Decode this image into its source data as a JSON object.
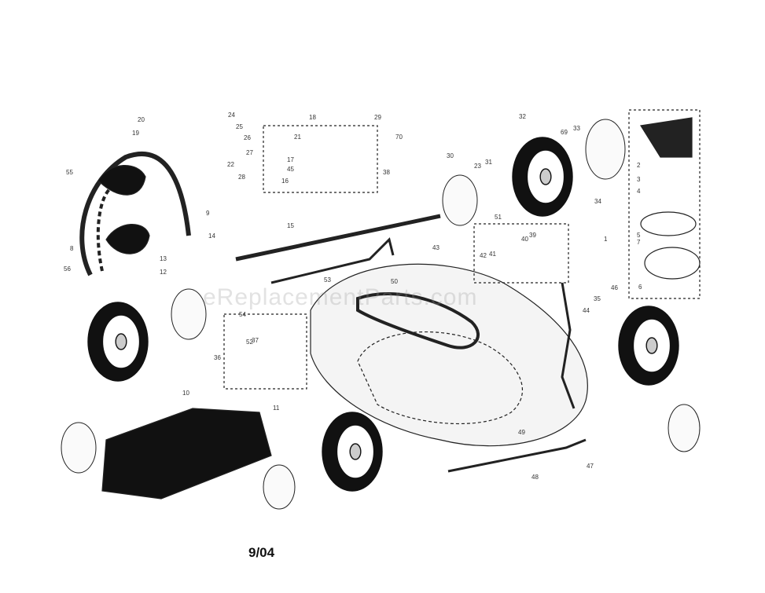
{
  "date_stamp": "9/04",
  "watermark": "eReplacementParts.com",
  "callouts": [
    "1",
    "2",
    "3",
    "4",
    "5",
    "6",
    "7",
    "8",
    "9",
    "10",
    "11",
    "12",
    "13",
    "14",
    "15",
    "16",
    "17",
    "18",
    "19",
    "20",
    "21",
    "22",
    "23",
    "24",
    "25",
    "26",
    "27",
    "28",
    "29",
    "30",
    "31",
    "32",
    "33",
    "34",
    "35",
    "36",
    "37",
    "38",
    "39",
    "40",
    "41",
    "42",
    "43",
    "44",
    "45",
    "46",
    "47",
    "48",
    "49",
    "50",
    "51",
    "52",
    "53",
    "54",
    "55",
    "56",
    "69",
    "70"
  ]
}
